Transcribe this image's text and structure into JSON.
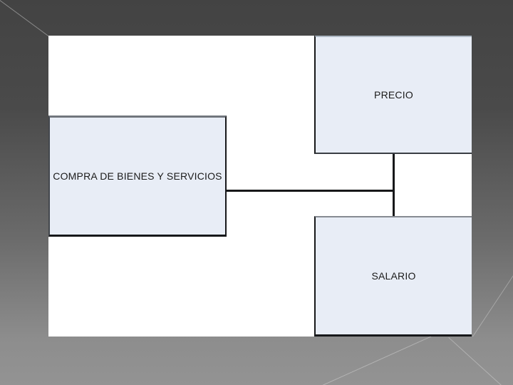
{
  "background": {
    "gradient_top": "#434343",
    "gradient_bottom": "#939393",
    "ray_color": "rgba(255,255,255,0.35)"
  },
  "slide": {
    "background_color": "#ffffff",
    "boxes": [
      {
        "id": "compra",
        "label": "COMPRA DE BIENES Y SERVICIOS",
        "fill": "#e8edf6",
        "border_color": "#17181a"
      },
      {
        "id": "precio",
        "label": "PRECIO",
        "fill": "#e8edf6",
        "border_color": "#17181a"
      },
      {
        "id": "salario",
        "label": "SALARIO",
        "fill": "#e8edf6",
        "border_color": "#17181a"
      }
    ],
    "connectors": [
      {
        "id": "compra-to-junction",
        "type": "horizontal",
        "color": "#17181a"
      },
      {
        "id": "precio-to-salario",
        "type": "vertical",
        "color": "#17181a"
      }
    ]
  }
}
